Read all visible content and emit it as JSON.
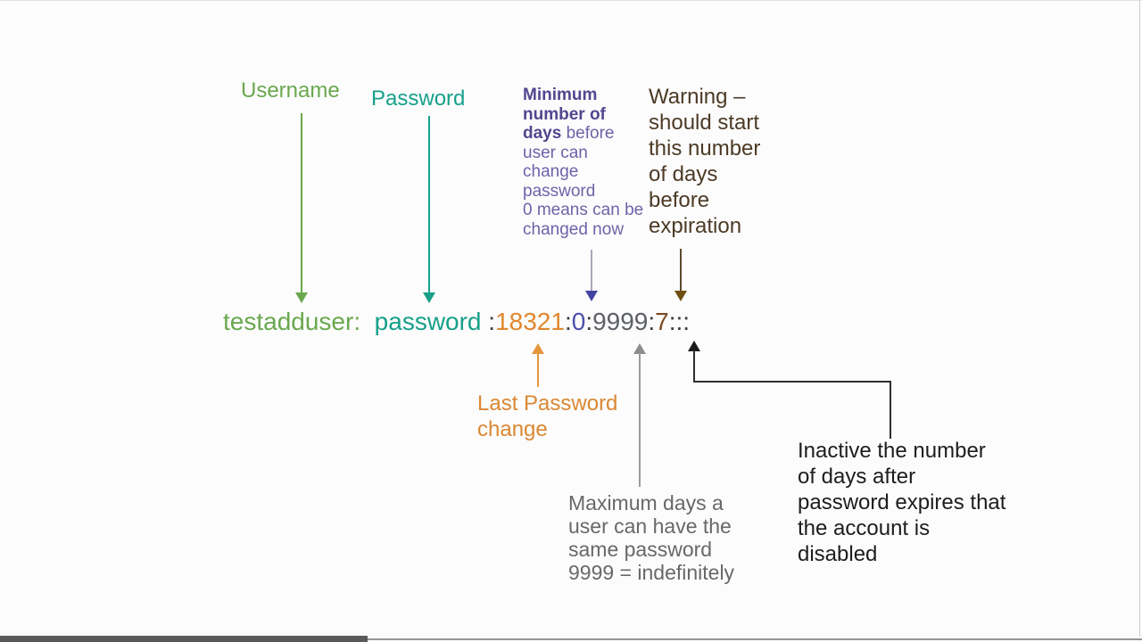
{
  "page": {
    "background": "#fcfcfc",
    "description_colors": {
      "username_green": "#6aa84f",
      "password_teal": "#17a08a",
      "min_days_purple": "#6e63a9",
      "min_days_purple_bold": "#53468f",
      "min_field_indigo": "#4c50a8",
      "warning_text_brown": "#4c3a26",
      "warning_field_brown": "#7a4a22",
      "last_change_orange": "#da8733",
      "max_days_gray": "#686868",
      "inactive_black": "#1d1d1d",
      "separator_dark": "#3a3a3a"
    }
  },
  "shadow_line": {
    "username": "testadduser:",
    "gap": "  ",
    "password": "password",
    "sep1": " :",
    "last_change": "18321",
    "sep2": ":",
    "min_days": "0",
    "sep3": ":",
    "max_days": "9999",
    "sep4": ":",
    "warn_days": "7",
    "trailing": ":::"
  },
  "annotations": {
    "username_label": "Username",
    "password_label": "Password",
    "min_days_bold": "Minimum\nnumber of\ndays",
    "min_days_rest": " before\nuser can\nchange\npassword\n0 means can be\nchanged now",
    "warning_label": "Warning –\nshould start\nthis number\nof days\nbefore\nexpiration",
    "last_change_label": "Last Password\nchange",
    "max_days_label": "Maximum days a\nuser can have the\nsame password\n9999 = indefinitely",
    "inactive_label": "Inactive the number\nof days after\npassword expires that\nthe account is\ndisabled"
  },
  "video_player": {
    "progress_played_fraction": 0.322,
    "played_color": "#595959",
    "track_color": "#949494"
  }
}
